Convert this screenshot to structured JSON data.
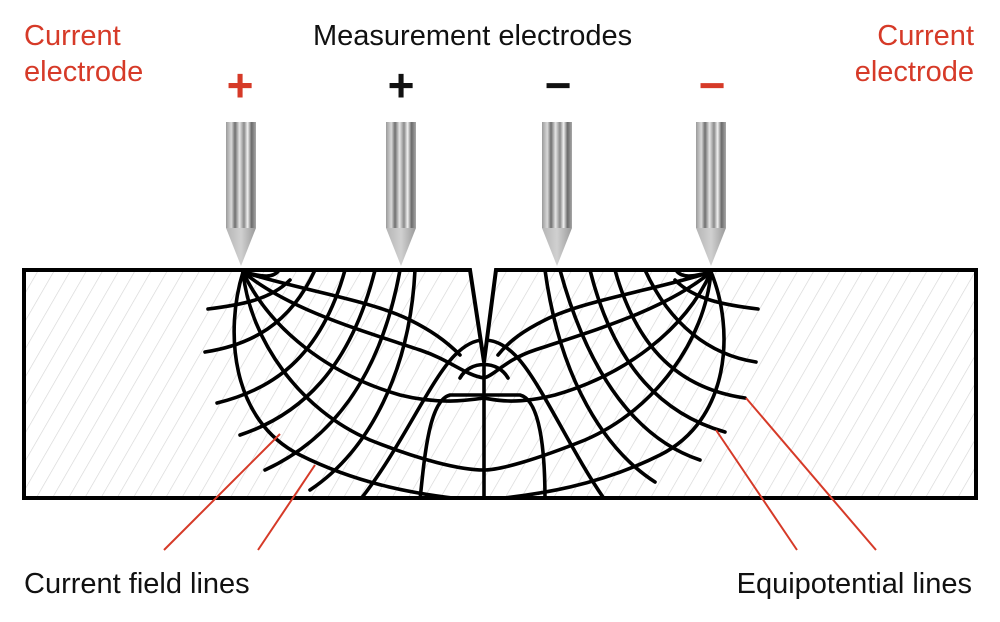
{
  "title": "Measurement electrodes",
  "electrodes": [
    {
      "role": "current",
      "sign": "+",
      "color": "#d63a28"
    },
    {
      "role": "measurement",
      "sign": "+",
      "color": "#111111"
    },
    {
      "role": "measurement",
      "sign": "−",
      "color": "#111111"
    },
    {
      "role": "current",
      "sign": "−",
      "color": "#d63a28"
    }
  ],
  "labels": {
    "current_electrode_left": "Current\nelectrode",
    "current_electrode_right": "Current\nelectrode",
    "current_field_lines": "Current field lines",
    "equipotential_lines": "Equipotential lines"
  },
  "colors": {
    "accent": "#d63a28",
    "ink": "#111111",
    "hatch": "#d6d6d6"
  }
}
